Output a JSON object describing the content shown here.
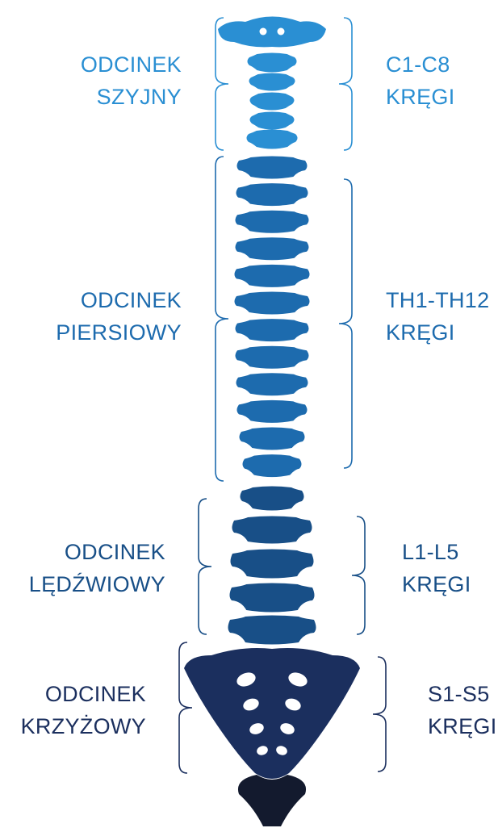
{
  "sections": [
    {
      "id": "cervical",
      "name_line1": "ODCINEK",
      "name_line2": "SZYJNY",
      "range_line1": "C1-C8",
      "range_line2": "KRĘGI",
      "color": "#2A8FD3"
    },
    {
      "id": "thoracic",
      "name_line1": "ODCINEK",
      "name_line2": "PIERSIOWY",
      "range_line1": "TH1-TH12",
      "range_line2": "KRĘGI",
      "color": "#1D6BAE"
    },
    {
      "id": "lumbar",
      "name_line1": "ODCINEK",
      "name_line2": "LĘDŹWIOWY",
      "range_line1": "L1-L5",
      "range_line2": "KRĘGI",
      "color": "#184F87"
    },
    {
      "id": "sacral",
      "name_line1": "ODCINEK",
      "name_line2": "KRZYŻOWY",
      "range_line1": "S1-S5",
      "range_line2": "KRĘGI",
      "color": "#1B2F5E"
    }
  ],
  "colors": {
    "coccyx": "#131A2E",
    "background": "#FFFFFF"
  }
}
